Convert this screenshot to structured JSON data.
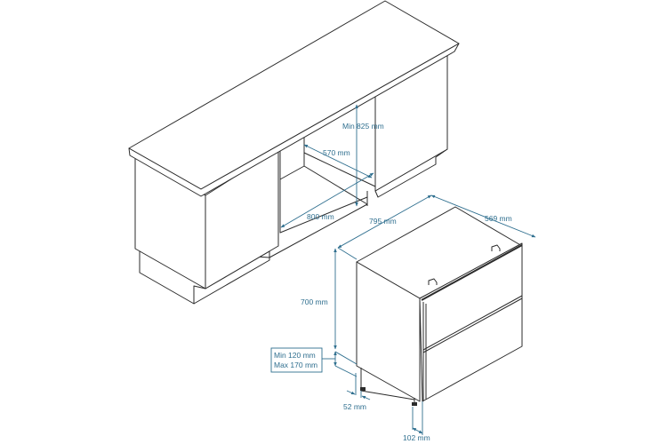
{
  "diagram": {
    "title": "Built-in drawer appliance installation dimensions",
    "colors": {
      "line": "#2b2b2b",
      "dimension": "#2f6f8f"
    },
    "dimensions": {
      "niche_height": "Min 825 mm",
      "niche_depth": "570 mm",
      "niche_width": "800 mm",
      "appliance_width": "795 mm",
      "appliance_depth": "569 mm",
      "appliance_height": "700 mm",
      "plinth_min": "Min 120 mm",
      "plinth_max": "Max 170 mm",
      "foot_side_offset": "52 mm",
      "foot_front_offset": "102 mm"
    }
  }
}
